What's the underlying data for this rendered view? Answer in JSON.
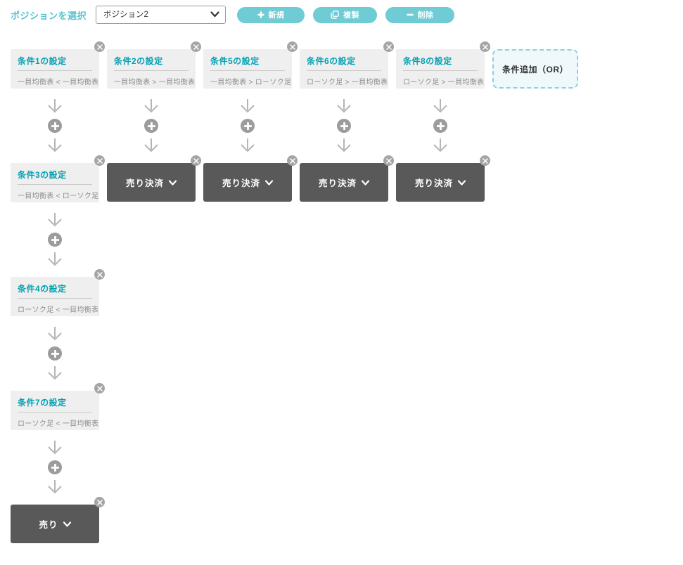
{
  "header": {
    "label": "ポジションを選択",
    "position_select": {
      "value": "ポジション2"
    },
    "new_button": "新規",
    "duplicate_button": "複製",
    "delete_button": "削除"
  },
  "flow": {
    "add_or_button": "条件追加（OR）",
    "columns": [
      {
        "nodes": [
          {
            "title": "条件1の設定",
            "condition": "一目均衡表 < 一目均衡表"
          },
          {
            "title": "条件3の設定",
            "condition": "一目均衡表 < ローソク足"
          },
          {
            "title": "条件4の設定",
            "condition": "ローソク足 < 一目均衡表"
          },
          {
            "title": "条件7の設定",
            "condition": "ローソク足 < 一目均衡表"
          }
        ],
        "action": "売り"
      },
      {
        "nodes": [
          {
            "title": "条件2の設定",
            "condition": "一目均衡表 > 一目均衡表"
          }
        ],
        "action": "売り決済"
      },
      {
        "nodes": [
          {
            "title": "条件5の設定",
            "condition": "一目均衡表 > ローソク足"
          }
        ],
        "action": "売り決済"
      },
      {
        "nodes": [
          {
            "title": "条件6の設定",
            "condition": "ローソク足 > 一目均衡表"
          }
        ],
        "action": "売り決済"
      },
      {
        "nodes": [
          {
            "title": "条件8の設定",
            "condition": "ローソク足 > 一目均衡表"
          }
        ],
        "action": "売り決済"
      }
    ]
  },
  "icons": {
    "close": "close-icon",
    "plus": "plus-icon",
    "minus": "minus-icon",
    "copy": "copy-icon",
    "chevron_down": "chevron-down-icon",
    "down_arrow": "down-arrow-icon"
  },
  "colors": {
    "accent_teal": "#6fcbd4",
    "title_teal": "#00a1b3",
    "action_dark": "#595959",
    "card_bg": "#efefef",
    "or_border": "#8ad3dd",
    "or_bg": "#eff9fc"
  }
}
